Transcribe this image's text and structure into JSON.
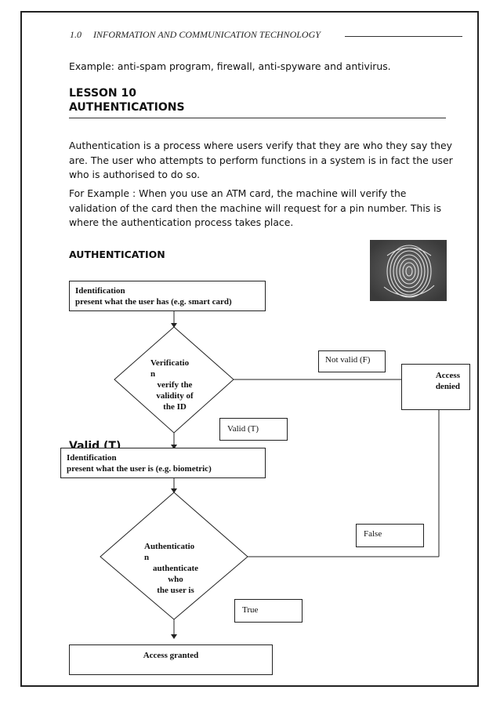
{
  "header": {
    "section_number": "1.0",
    "section_title": "INFORMATION AND COMMUNICATION TECHNOLOGY"
  },
  "example_line": "Example: anti-spam program, firewall, anti-spyware and antivirus.",
  "lesson": {
    "number": "LESSON 10",
    "title": "AUTHENTICATIONS"
  },
  "paragraphs": {
    "p1": "Authentication is a process where users verify that they are who they say they are. The user who attempts to perform functions in a system is in fact the user who is authorised to do so.",
    "p2": "For Example : When you use an ATM card, the machine will verify the validation of the card then the machine will request  for a pin number. This is where the authentication process takes place."
  },
  "section_heading": "AUTHENTICATION",
  "flowchart": {
    "identification1": {
      "line1": "Identification",
      "line2": "present what the user has (e.g. smart card)"
    },
    "verification": {
      "line1": "Verificatio",
      "line2": "n",
      "line3": "verify the",
      "line4": "validity of",
      "line5": "the ID"
    },
    "not_valid": "Not valid (F)",
    "access_denied": {
      "line1": "Access",
      "line2": "denied"
    },
    "valid_label": "Valid (T)",
    "valid_behind": "Valid (T)",
    "identification2": {
      "line1": "Identification",
      "line2": "present what the user is (e.g. biometric)"
    },
    "false_label": "False",
    "authentication": {
      "line1": "Authenticatio",
      "line2": "n",
      "line3": "authenticate",
      "line4": "who",
      "line5": "the user is"
    },
    "true_label": "True",
    "access_granted": "Access granted"
  },
  "icons": {
    "fingerprint": "fingerprint-image"
  },
  "colors": {
    "border": "#222222",
    "text": "#111111",
    "fingerprint_bg": "#5a5a5a"
  }
}
